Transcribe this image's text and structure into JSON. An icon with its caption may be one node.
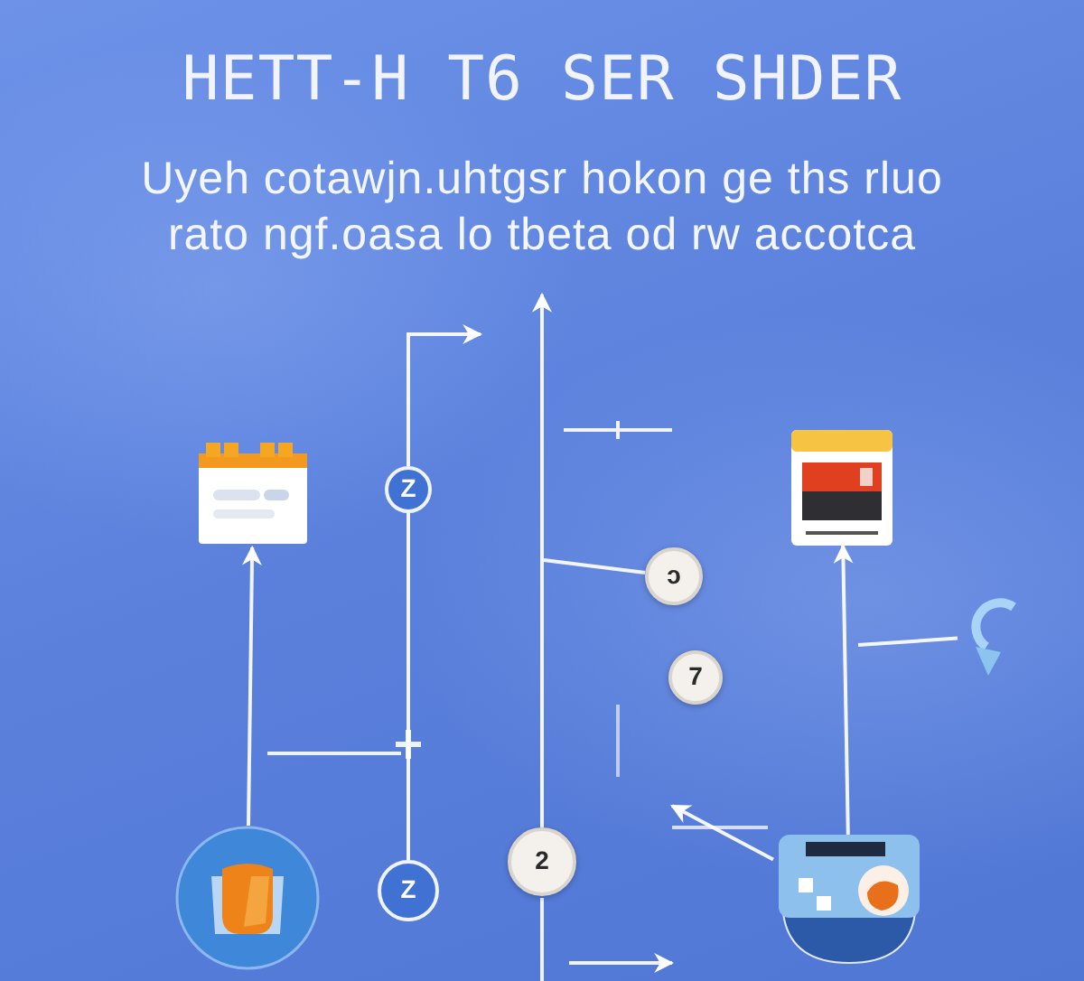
{
  "diagram": {
    "title": "HETT-H T6 SER SHDER",
    "nodes": [
      {
        "text": [],
        "shape": "picture"
      },
      {
        "text": [
          "Z"
        ]
      },
      {
        "text": [
          "ɔ"
        ]
      },
      {
        "text": [
          "7"
        ]
      },
      {
        "text": [],
        "shape": "picture"
      },
      {
        "text": [],
        "shape": "picture"
      },
      {
        "text": [],
        "shape": "picture"
      },
      {
        "text": [
          "Z"
        ]
      },
      {
        "text": [
          "2"
        ]
      },
      {
        "text": [],
        "shape": "picture"
      }
    ],
    "edges": [
      {
        "from": 6,
        "to": 0,
        "arrow": "to"
      },
      {
        "from": 1,
        "to": null,
        "arrow": "to"
      },
      {
        "from": 1,
        "to": 7,
        "arrow": "none"
      },
      {
        "from": 8,
        "to": null,
        "arrow": "to"
      },
      {
        "from": null,
        "to": 2,
        "arrow": "none"
      },
      {
        "from": 9,
        "to": 4,
        "arrow": "to"
      },
      {
        "from": null,
        "to": 5,
        "arrow": "none"
      },
      {
        "from": 9,
        "to": null,
        "arrow": "to"
      }
    ],
    "labels": [
      "Uyeh cotawjn.uhtgsr hokon ge ths rluo rato ngf.oasa lo tbeta od rw accotca"
    ]
  }
}
